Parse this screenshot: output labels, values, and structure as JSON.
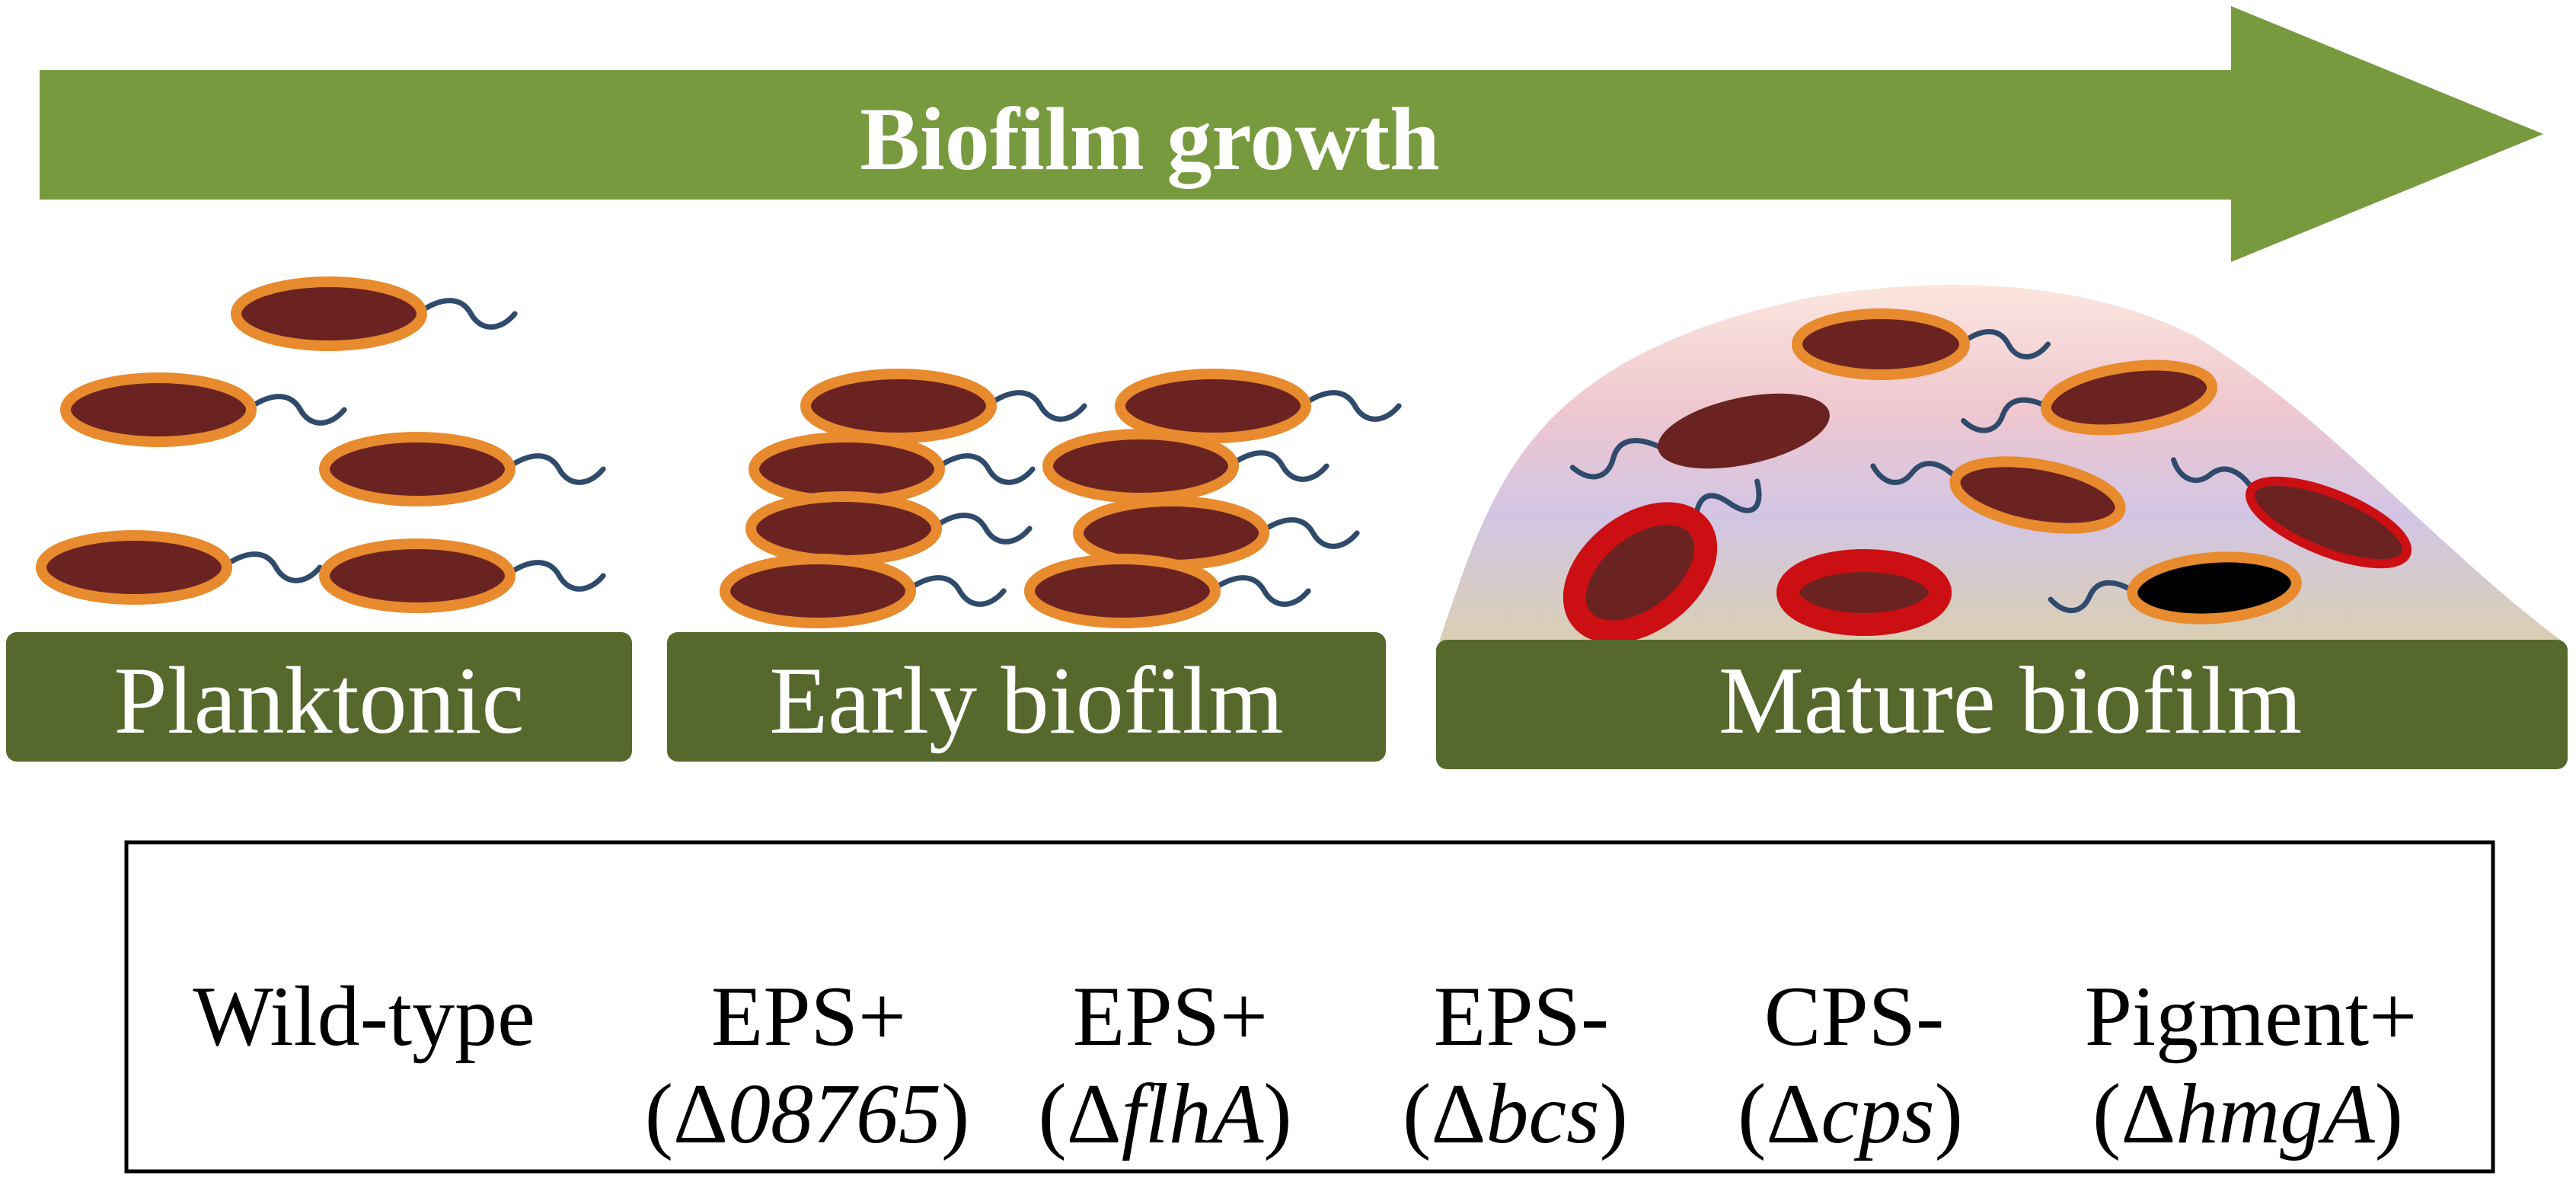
{
  "title": "Biofilm growth",
  "stages": [
    {
      "id": "planktonic",
      "label": "Planktonic"
    },
    {
      "id": "early",
      "label": "Early biofilm"
    },
    {
      "id": "mature",
      "label": "Mature biofilm"
    }
  ],
  "legend": [
    {
      "id": "wild-type",
      "name": "Wild-type",
      "gene_prefix": "",
      "gene": "",
      "gene_suffix": "",
      "cell": "wild",
      "flagellum": true
    },
    {
      "id": "eps-plus-08765",
      "name": "EPS+",
      "gene_prefix": "(Δ",
      "gene": "08765",
      "gene_suffix": ")",
      "cell": "eps-plus",
      "flagellum": true
    },
    {
      "id": "eps-plus-flha",
      "name": "EPS+",
      "gene_prefix": "(Δ",
      "gene": "flhA",
      "gene_suffix": ")",
      "cell": "eps-plus",
      "flagellum": false
    },
    {
      "id": "eps-minus-bcs",
      "name": "EPS-",
      "gene_prefix": "(Δ",
      "gene": "bcs",
      "gene_suffix": ")",
      "cell": "eps-minus",
      "flagellum": true
    },
    {
      "id": "cps-minus-cps",
      "name": "CPS-",
      "gene_prefix": "(Δ",
      "gene": "cps",
      "gene_suffix": ")",
      "cell": "cps-minus",
      "flagellum": true
    },
    {
      "id": "pigment-plus-hmga",
      "name": "Pigment+",
      "gene_prefix": "(Δ",
      "gene": "hmgA",
      "gene_suffix": ")",
      "cell": "pigment",
      "flagellum": true
    }
  ],
  "colors": {
    "arrow": "#789a3e",
    "stage_bar": "#56682b",
    "cell_body": "#6b2322",
    "wild_outline": "#e88a2e",
    "eps_plus_outline": "#cc0f13",
    "pigment_body": "#000000",
    "flagellum": "#2f4a6b"
  }
}
